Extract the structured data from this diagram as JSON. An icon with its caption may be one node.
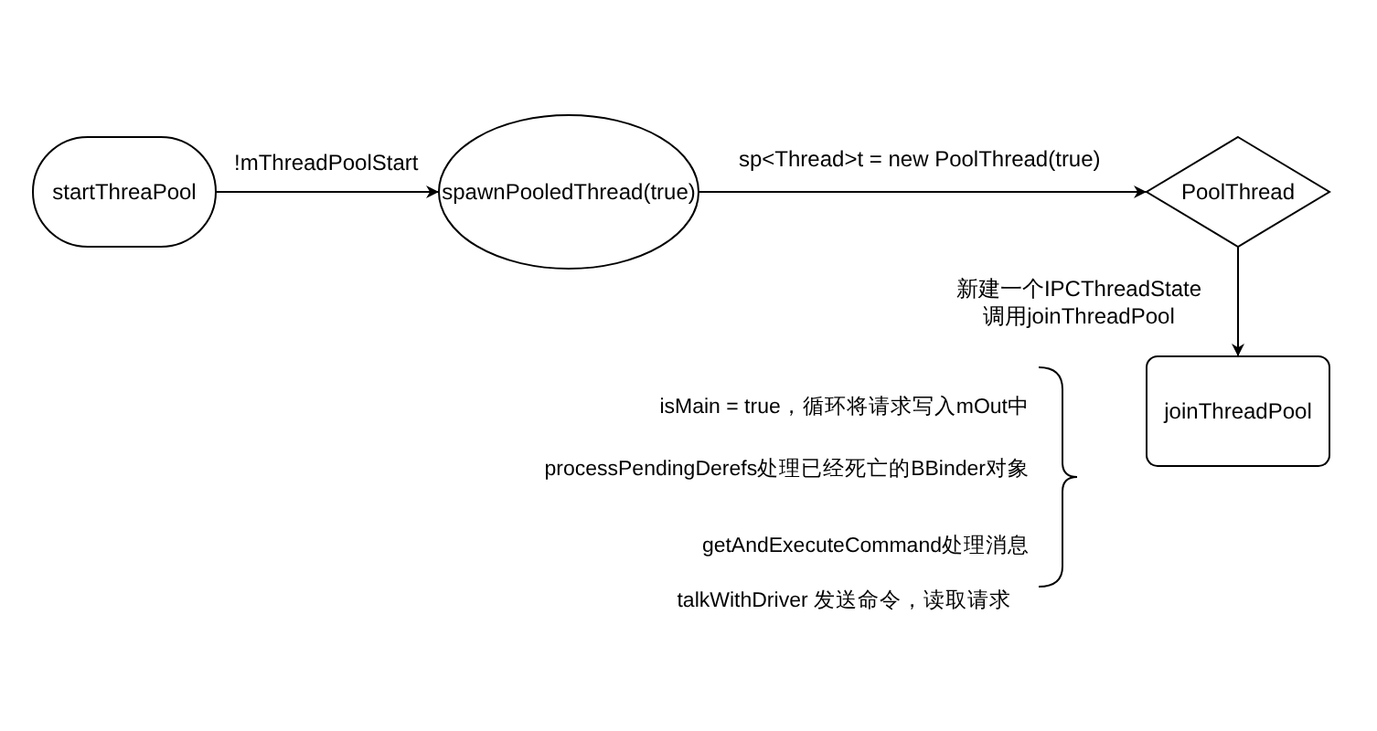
{
  "diagram": {
    "nodes": [
      {
        "text": [
          "startThreaPool"
        ]
      },
      {
        "text": [
          "spawnPooledThread(true)"
        ]
      },
      {
        "text": [
          "PoolThread"
        ]
      },
      {
        "text": [
          "joinThreadPool"
        ]
      }
    ],
    "edges": [
      {
        "from": 0,
        "to": 1,
        "arrow": "to",
        "label": "!mThreadPoolStart"
      },
      {
        "from": 1,
        "to": 2,
        "arrow": "to",
        "label": "sp<Thread>t = new PoolThread(true)"
      },
      {
        "from": 2,
        "to": 3,
        "arrow": "to",
        "label": "新建一个IPCThreadState调用joinThreadPool"
      }
    ],
    "labels": [
      "isMain = true，循环将请求写入mOut中",
      "processPendingDerefs处理已经死亡的BBinder对象",
      "getAndExecuteCommand处理消息",
      "talkWithDriver 发送命令，读取请求"
    ]
  }
}
